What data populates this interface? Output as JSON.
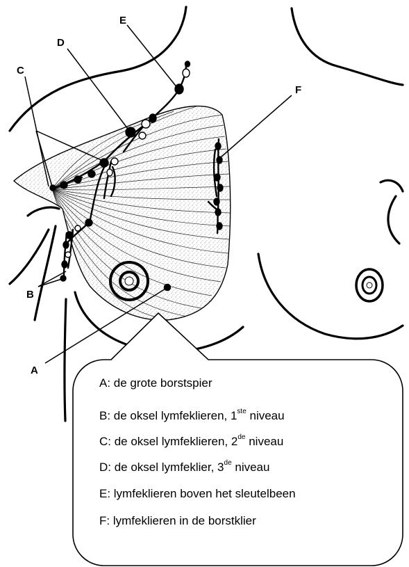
{
  "markers": {
    "a": "A",
    "b": "B",
    "c": "C",
    "d": "D",
    "e": "E",
    "f": "F"
  },
  "legend": [
    {
      "pre": "A: de grote borstspier",
      "sup": "",
      "post": ""
    },
    {
      "pre": "B: de oksel lymfeklieren, 1",
      "sup": "ste",
      "post": " niveau"
    },
    {
      "pre": "C: de oksel lymfeklieren, 2",
      "sup": "de",
      "post": " niveau"
    },
    {
      "pre": "D: de oksel lymfeklier, 3",
      "sup": "de",
      "post": " niveau"
    },
    {
      "pre": "E: lymfeklieren boven het sleutelbeen",
      "sup": "",
      "post": ""
    },
    {
      "pre": "F: lymfeklieren in de borstklier",
      "sup": "",
      "post": ""
    }
  ],
  "colors": {
    "ink": "#000000",
    "paper": "#ffffff",
    "muscle_stipple": "#9a9a9a"
  }
}
